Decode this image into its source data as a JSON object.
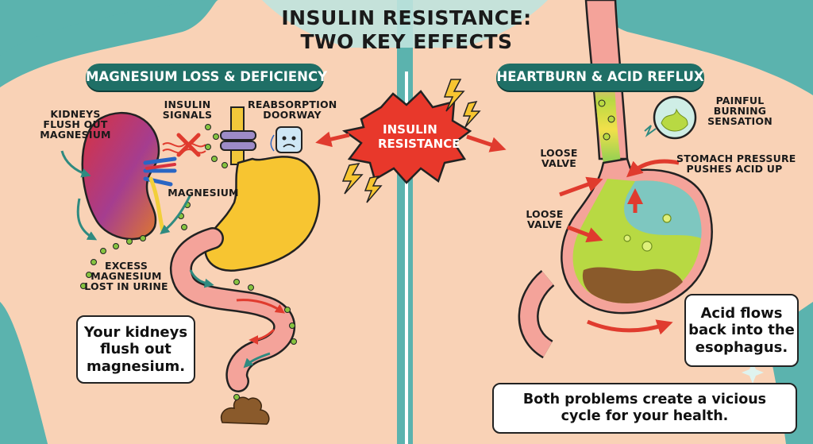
{
  "title": {
    "line1": "INSULIN RESISTANCE:",
    "line2": "TWO KEY EFFECTS"
  },
  "center_burst": {
    "line1": "INSULIN",
    "line2": "RESISTANCE"
  },
  "left_panel": {
    "header": "MAGNESIUM LOSS & DEFICIENCY",
    "kidneys_label": [
      "KIDNEYS",
      "FLUSH OUT",
      "MAGNESIUM"
    ],
    "insulin_signals_label": [
      "INSULIN",
      "SIGNALS"
    ],
    "reabsorption_label": [
      "REABSORPTION",
      "DOORWAY"
    ],
    "magnesium_label": "MAGNESIUM",
    "excess_label": [
      "EXCESS",
      "MAGNESIUM",
      "LOST IN URINE"
    ],
    "callout": [
      "Your kidneys",
      "flush out",
      "magnesium."
    ]
  },
  "right_panel": {
    "header": "HEARTBURN & ACID REFLUX",
    "painful_label": [
      "PAINFUL",
      "BURNING",
      "SENSATION"
    ],
    "loose_valve_upper": [
      "LOOSE",
      "VALVE"
    ],
    "loose_valve_lower": [
      "LOOSE",
      "VALVE"
    ],
    "pressure_label": [
      "STOMACH PRESSURE",
      "PUSHES ACID UP"
    ],
    "callout": [
      "Acid flows",
      "back into the",
      "esophagus."
    ]
  },
  "bottom_callout": [
    "Both problems create a vicious",
    "cycle for your health."
  ],
  "colors": {
    "background": "#5bb3ae",
    "skin": "#f9d2b6",
    "pill": "#1f6f66",
    "burst": "#e8382b",
    "stomach": "#f7c531",
    "intestine": "#f4a39a",
    "arrow_red": "#e03b2e",
    "arrow_teal": "#2f8a80",
    "magnesium_dot": "#86c340",
    "acid": "#b8d943"
  },
  "icons": [
    "kidney-icon",
    "blocked-signal-icon",
    "receptor-doorway-icon",
    "sad-cube-icon",
    "stomach-icon",
    "intestine-icon",
    "poop-icon",
    "lightning-icon",
    "esophagus-icon",
    "acid-stomach-icon",
    "burning-bubble-icon",
    "sparkle-icon"
  ]
}
